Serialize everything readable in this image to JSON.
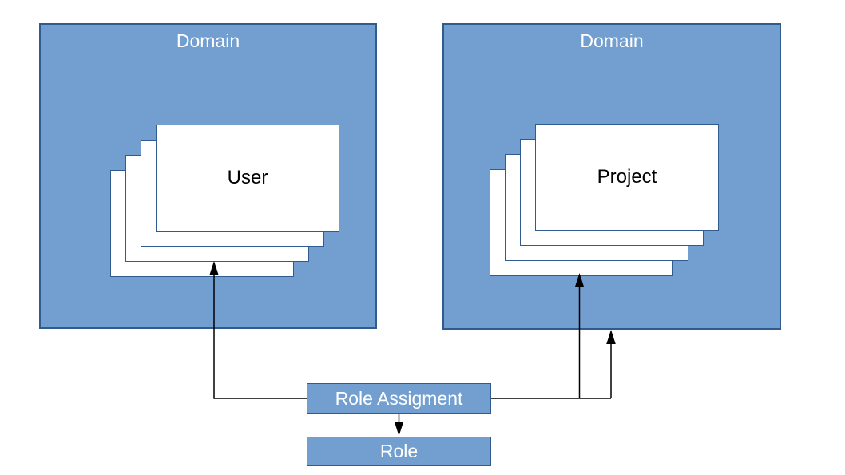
{
  "colors": {
    "box_fill": "#729fcf",
    "box_border": "#2f5b8f",
    "card_fill": "#ffffff",
    "connector": "#000000",
    "label_light": "#ffffff",
    "label_dark": "#000000",
    "canvas_bg": "#ffffff"
  },
  "domains": [
    {
      "label": "Domain",
      "card_label": "User"
    },
    {
      "label": "Domain",
      "card_label": "Project"
    }
  ],
  "nodes": {
    "role_assignment_label": "Role Assigment",
    "role_label": "Role"
  }
}
